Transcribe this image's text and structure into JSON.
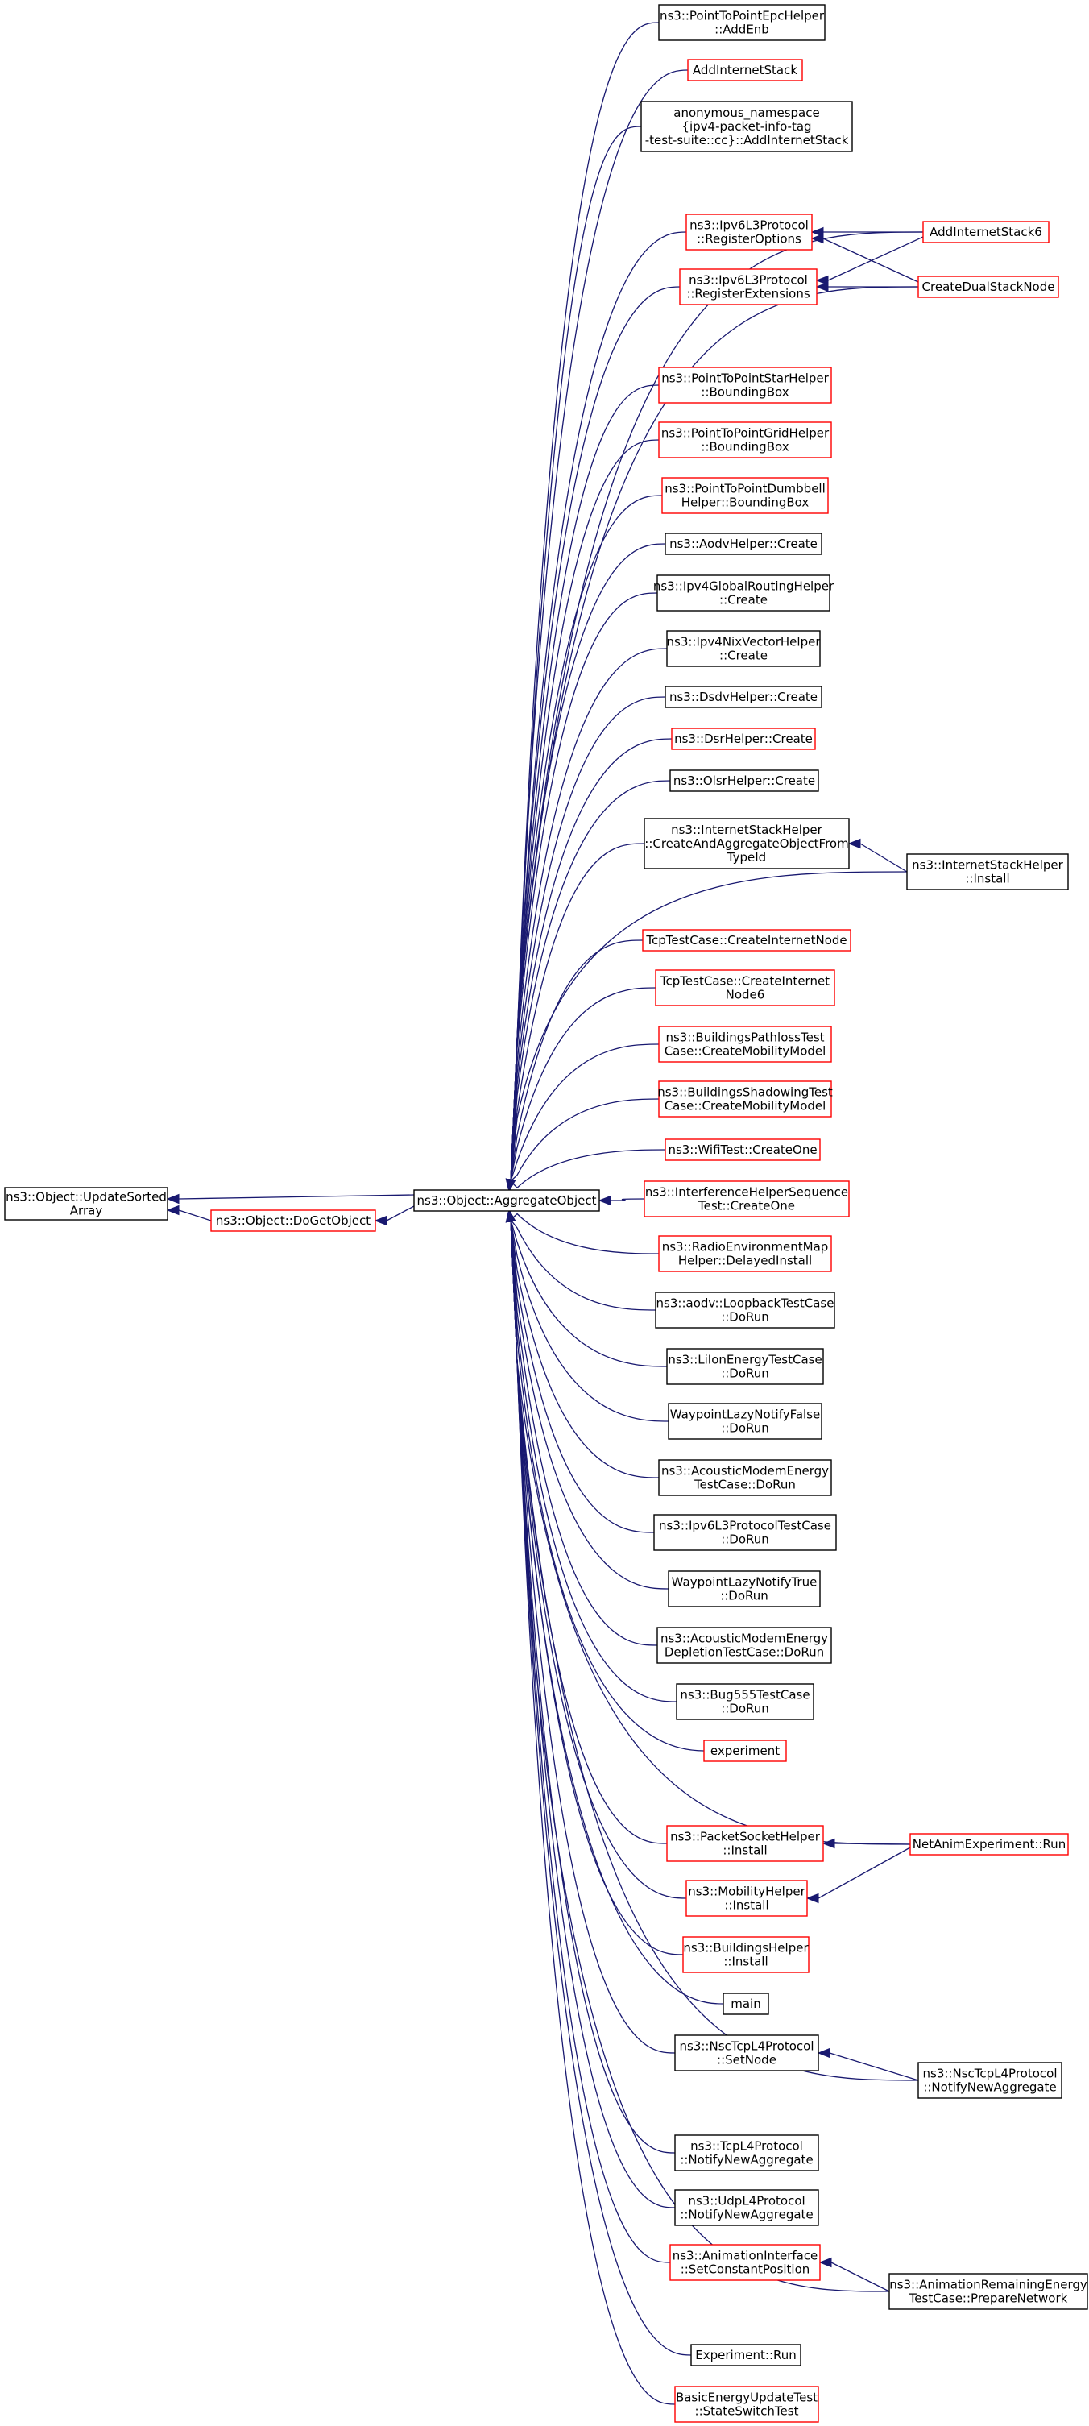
{
  "colors": {
    "edge": "#191970",
    "documented_node_border": "#000000",
    "undocumented_node_border": "#ff0000",
    "root_node_fill": "#bfbfbf"
  },
  "nodes": [
    {
      "id": "root",
      "label": [
        "ns3::Object::UpdateSorted",
        "Array"
      ],
      "style": "root"
    },
    {
      "id": "dogetobject",
      "label": [
        "ns3::Object::DoGetObject"
      ],
      "style": "red"
    },
    {
      "id": "aggregate",
      "label": [
        "ns3::Object::AggregateObject"
      ],
      "style": "black"
    },
    {
      "id": "addenb",
      "label": [
        "ns3::PointToPointEpcHelper",
        "::AddEnb"
      ],
      "style": "black"
    },
    {
      "id": "addinternetstack",
      "label": [
        "AddInternetStack"
      ],
      "style": "red"
    },
    {
      "id": "anon",
      "label": [
        "anonymous_namespace",
        "{ipv4-packet-info-tag",
        "-test-suite::cc}::AddInternetStack"
      ],
      "style": "black"
    },
    {
      "id": "regopts",
      "label": [
        "ns3::Ipv6L3Protocol",
        "::RegisterOptions"
      ],
      "style": "red"
    },
    {
      "id": "regext",
      "label": [
        "ns3::Ipv6L3Protocol",
        "::RegisterExtensions"
      ],
      "style": "red"
    },
    {
      "id": "starbb",
      "label": [
        "ns3::PointToPointStarHelper",
        "::BoundingBox"
      ],
      "style": "red"
    },
    {
      "id": "gridbb",
      "label": [
        "ns3::PointToPointGridHelper",
        "::BoundingBox"
      ],
      "style": "red"
    },
    {
      "id": "dumbbellbb",
      "label": [
        "ns3::PointToPointDumbbell",
        "Helper::BoundingBox"
      ],
      "style": "red"
    },
    {
      "id": "aodvcreate",
      "label": [
        "ns3::AodvHelper::Create"
      ],
      "style": "black"
    },
    {
      "id": "ipv4grcreate",
      "label": [
        "ns3::Ipv4GlobalRoutingHelper",
        "::Create"
      ],
      "style": "black"
    },
    {
      "id": "nixcreate",
      "label": [
        "ns3::Ipv4NixVectorHelper",
        "::Create"
      ],
      "style": "black"
    },
    {
      "id": "dsdvcreate",
      "label": [
        "ns3::DsdvHelper::Create"
      ],
      "style": "black"
    },
    {
      "id": "dsrcreate",
      "label": [
        "ns3::DsrHelper::Create"
      ],
      "style": "red"
    },
    {
      "id": "olsrcreate",
      "label": [
        "ns3::OlsrHelper::Create"
      ],
      "style": "black"
    },
    {
      "id": "ishcreate",
      "label": [
        "ns3::InternetStackHelper",
        "::CreateAndAggregateObjectFrom",
        "TypeId"
      ],
      "style": "black"
    },
    {
      "id": "tcpinternet",
      "label": [
        "TcpTestCase::CreateInternetNode"
      ],
      "style": "red"
    },
    {
      "id": "tcpinternet6",
      "label": [
        "TcpTestCase::CreateInternet",
        "Node6"
      ],
      "style": "red"
    },
    {
      "id": "bpathloss",
      "label": [
        "ns3::BuildingsPathlossTest",
        "Case::CreateMobilityModel"
      ],
      "style": "red"
    },
    {
      "id": "bshadow",
      "label": [
        "ns3::BuildingsShadowingTest",
        "Case::CreateMobilityModel"
      ],
      "style": "red"
    },
    {
      "id": "wifitest",
      "label": [
        "ns3::WifiTest::CreateOne"
      ],
      "style": "red"
    },
    {
      "id": "interfseq",
      "label": [
        "ns3::InterferenceHelperSequence",
        "Test::CreateOne"
      ],
      "style": "red"
    },
    {
      "id": "radioenv",
      "label": [
        "ns3::RadioEnvironmentMap",
        "Helper::DelayedInstall"
      ],
      "style": "red"
    },
    {
      "id": "aodvloop",
      "label": [
        "ns3::aodv::LoopbackTestCase",
        "::DoRun"
      ],
      "style": "black"
    },
    {
      "id": "liion",
      "label": [
        "ns3::LiIonEnergyTestCase",
        "::DoRun"
      ],
      "style": "black"
    },
    {
      "id": "waypointfalse",
      "label": [
        "WaypointLazyNotifyFalse",
        "::DoRun"
      ],
      "style": "black"
    },
    {
      "id": "acoustic",
      "label": [
        "ns3::AcousticModemEnergy",
        "TestCase::DoRun"
      ],
      "style": "black"
    },
    {
      "id": "ipv6l3test",
      "label": [
        "ns3::Ipv6L3ProtocolTestCase",
        "::DoRun"
      ],
      "style": "black"
    },
    {
      "id": "waypointtrue",
      "label": [
        "WaypointLazyNotifyTrue",
        "::DoRun"
      ],
      "style": "black"
    },
    {
      "id": "acousticdep",
      "label": [
        "ns3::AcousticModemEnergy",
        "DepletionTestCase::DoRun"
      ],
      "style": "black"
    },
    {
      "id": "bug555",
      "label": [
        "ns3::Bug555TestCase",
        "::DoRun"
      ],
      "style": "black"
    },
    {
      "id": "experiment",
      "label": [
        "experiment"
      ],
      "style": "red"
    },
    {
      "id": "packetsocket",
      "label": [
        "ns3::PacketSocketHelper",
        "::Install"
      ],
      "style": "red"
    },
    {
      "id": "mobility",
      "label": [
        "ns3::MobilityHelper",
        "::Install"
      ],
      "style": "red"
    },
    {
      "id": "buildings",
      "label": [
        "ns3::BuildingsHelper",
        "::Install"
      ],
      "style": "red"
    },
    {
      "id": "main",
      "label": [
        "main"
      ],
      "style": "black"
    },
    {
      "id": "nsctcpsetnode",
      "label": [
        "ns3::NscTcpL4Protocol",
        "::SetNode"
      ],
      "style": "black"
    },
    {
      "id": "tcpl4",
      "label": [
        "ns3::TcpL4Protocol",
        "::NotifyNewAggregate"
      ],
      "style": "black"
    },
    {
      "id": "udpl4",
      "label": [
        "ns3::UdpL4Protocol",
        "::NotifyNewAggregate"
      ],
      "style": "black"
    },
    {
      "id": "animsetconst",
      "label": [
        "ns3::AnimationInterface",
        "::SetConstantPosition"
      ],
      "style": "red"
    },
    {
      "id": "exprun",
      "label": [
        "Experiment::Run"
      ],
      "style": "black"
    },
    {
      "id": "basicenergy",
      "label": [
        "BasicEnergyUpdateTest",
        "::StateSwitchTest"
      ],
      "style": "red"
    },
    {
      "id": "addstack6",
      "label": [
        "AddInternetStack6"
      ],
      "style": "red"
    },
    {
      "id": "createdual",
      "label": [
        "CreateDualStackNode"
      ],
      "style": "red"
    },
    {
      "id": "ishinstall",
      "label": [
        "ns3::InternetStackHelper",
        "::Install"
      ],
      "style": "black"
    },
    {
      "id": "netanim",
      "label": [
        "NetAnimExperiment::Run"
      ],
      "style": "red"
    },
    {
      "id": "nscnotify",
      "label": [
        "ns3::NscTcpL4Protocol",
        "::NotifyNewAggregate"
      ],
      "style": "black"
    },
    {
      "id": "animremaining",
      "label": [
        "ns3::AnimationRemainingEnergy",
        "TestCase::PrepareNetwork"
      ],
      "style": "black"
    }
  ],
  "edges": [
    {
      "from": "dogetobject",
      "to": "root"
    },
    {
      "from": "aggregate",
      "to": "root"
    },
    {
      "from": "aggregate",
      "to": "dogetobject"
    },
    {
      "from": "addenb",
      "to": "aggregate"
    },
    {
      "from": "addinternetstack",
      "to": "aggregate"
    },
    {
      "from": "anon",
      "to": "aggregate"
    },
    {
      "from": "addstack6",
      "to": "aggregate"
    },
    {
      "from": "regopts",
      "to": "aggregate"
    },
    {
      "from": "regext",
      "to": "aggregate"
    },
    {
      "from": "createdual",
      "to": "aggregate"
    },
    {
      "from": "starbb",
      "to": "aggregate"
    },
    {
      "from": "gridbb",
      "to": "aggregate"
    },
    {
      "from": "dumbbellbb",
      "to": "aggregate"
    },
    {
      "from": "aodvcreate",
      "to": "aggregate"
    },
    {
      "from": "ipv4grcreate",
      "to": "aggregate"
    },
    {
      "from": "nixcreate",
      "to": "aggregate"
    },
    {
      "from": "dsdvcreate",
      "to": "aggregate"
    },
    {
      "from": "dsrcreate",
      "to": "aggregate"
    },
    {
      "from": "olsrcreate",
      "to": "aggregate"
    },
    {
      "from": "ishcreate",
      "to": "aggregate"
    },
    {
      "from": "ishinstall",
      "to": "aggregate"
    },
    {
      "from": "tcpinternet",
      "to": "aggregate"
    },
    {
      "from": "tcpinternet6",
      "to": "aggregate"
    },
    {
      "from": "bpathloss",
      "to": "aggregate"
    },
    {
      "from": "bshadow",
      "to": "aggregate"
    },
    {
      "from": "wifitest",
      "to": "aggregate"
    },
    {
      "from": "interfseq",
      "to": "aggregate"
    },
    {
      "from": "radioenv",
      "to": "aggregate"
    },
    {
      "from": "aodvloop",
      "to": "aggregate"
    },
    {
      "from": "liion",
      "to": "aggregate"
    },
    {
      "from": "waypointfalse",
      "to": "aggregate"
    },
    {
      "from": "acoustic",
      "to": "aggregate"
    },
    {
      "from": "ipv6l3test",
      "to": "aggregate"
    },
    {
      "from": "waypointtrue",
      "to": "aggregate"
    },
    {
      "from": "acousticdep",
      "to": "aggregate"
    },
    {
      "from": "bug555",
      "to": "aggregate"
    },
    {
      "from": "experiment",
      "to": "aggregate"
    },
    {
      "from": "netanim",
      "to": "aggregate"
    },
    {
      "from": "packetsocket",
      "to": "aggregate"
    },
    {
      "from": "mobility",
      "to": "aggregate"
    },
    {
      "from": "buildings",
      "to": "aggregate"
    },
    {
      "from": "main",
      "to": "aggregate"
    },
    {
      "from": "nsctcpsetnode",
      "to": "aggregate"
    },
    {
      "from": "nscnotify",
      "to": "aggregate"
    },
    {
      "from": "tcpl4",
      "to": "aggregate"
    },
    {
      "from": "udpl4",
      "to": "aggregate"
    },
    {
      "from": "animsetconst",
      "to": "aggregate"
    },
    {
      "from": "animremaining",
      "to": "aggregate"
    },
    {
      "from": "exprun",
      "to": "aggregate"
    },
    {
      "from": "basicenergy",
      "to": "aggregate"
    },
    {
      "from": "addstack6",
      "to": "regopts"
    },
    {
      "from": "addstack6",
      "to": "regext"
    },
    {
      "from": "createdual",
      "to": "regopts"
    },
    {
      "from": "createdual",
      "to": "regext"
    },
    {
      "from": "ishinstall",
      "to": "ishcreate"
    },
    {
      "from": "netanim",
      "to": "packetsocket"
    },
    {
      "from": "netanim",
      "to": "mobility"
    },
    {
      "from": "nscnotify",
      "to": "nsctcpsetnode"
    },
    {
      "from": "animremaining",
      "to": "animsetconst"
    }
  ]
}
